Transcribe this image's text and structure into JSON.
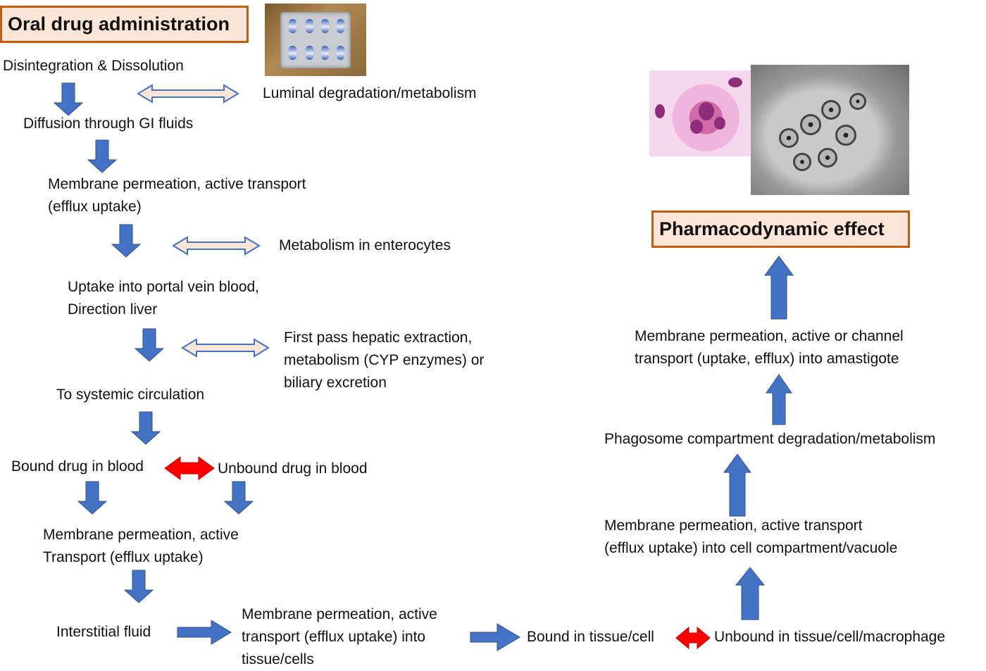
{
  "title_left": "Oral drug administration",
  "title_right": "Pharmacodynamic effect",
  "left_flow": {
    "disintegration": "Disintegration & Dissolution",
    "luminal": "Luminal degradation/metabolism",
    "diffusion": "Diffusion through GI fluids",
    "membrane1": "Membrane permeation, active transport\n(efflux uptake)",
    "enterocytes": "Metabolism in enterocytes",
    "portal": "Uptake into portal vein blood,\nDirection liver",
    "first_pass": "First pass hepatic extraction,\nmetabolism (CYP enzymes) or\nbiliary excretion",
    "systemic": "To systemic circulation",
    "bound_blood": "Bound drug in blood",
    "unbound_blood": "Unbound drug in blood",
    "membrane2": "Membrane permeation, active\nTransport (efflux uptake)",
    "interstitial": "Interstitial fluid"
  },
  "bottom_flow": {
    "membrane3": "Membrane permeation, active\ntransport (efflux uptake) into\ntissue/cells",
    "bound_tissue": "Bound in tissue/cell",
    "unbound_tissue": "Unbound in tissue/cell/macrophage"
  },
  "right_flow": {
    "membrane4": "Membrane permeation, active transport\n(efflux uptake) into cell compartment/vacuole",
    "phagosome": "Phagosome compartment degradation/metabolism",
    "membrane5": "Membrane permeation, active or channel\ntransport (uptake, efflux) into amastigote"
  },
  "colors": {
    "blue_arrow": "#4472c4",
    "red_arrow": "#ff0000",
    "box_border": "#c55a11",
    "box_fill": "#fbe5d6",
    "hollow_arrow_fill": "#fbe5d6"
  },
  "images": {
    "blister_pack": "tablet-blister-pack",
    "micrograph_left": "stained-macrophage-micrograph",
    "micrograph_right": "electron-micrograph-vacuole"
  }
}
